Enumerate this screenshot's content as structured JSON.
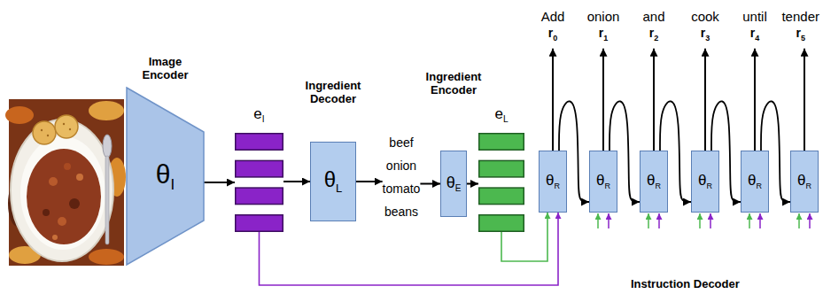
{
  "diagram": {
    "nodes": [
      {
        "text": [
          "Image Encoder",
          "θ",
          "I"
        ]
      },
      {
        "text": [
          "e",
          "I"
        ]
      },
      {
        "text": [
          "Ingredient Decoder",
          "θ",
          "L"
        ]
      },
      {
        "text": [
          "beef onion tomato beans"
        ]
      },
      {
        "text": [
          "Ingredient Encoder",
          "θ",
          "E"
        ]
      },
      {
        "text": [
          "e",
          "L"
        ]
      },
      {
        "text": [
          "θ",
          "R"
        ]
      },
      {
        "text": [
          "θ",
          "R"
        ]
      },
      {
        "text": [
          "θ",
          "R"
        ]
      },
      {
        "text": [
          "θ",
          "R"
        ]
      },
      {
        "text": [
          "θ",
          "R"
        ]
      },
      {
        "text": [
          "θ",
          "R"
        ]
      },
      {
        "text": [
          "Add",
          "r",
          "0"
        ]
      },
      {
        "text": [
          "onion",
          "r",
          "1"
        ]
      },
      {
        "text": [
          "and",
          "r",
          "2"
        ]
      },
      {
        "text": [
          "cook",
          "r",
          "3"
        ]
      },
      {
        "text": [
          "until",
          "r",
          "4"
        ]
      },
      {
        "text": [
          "tender",
          "r",
          "5"
        ]
      }
    ],
    "edges": [
      {
        "from": 0,
        "to": 1,
        "arrow": "to"
      },
      {
        "from": 1,
        "to": 2,
        "arrow": "to"
      },
      {
        "from": 2,
        "to": 3,
        "arrow": "to"
      },
      {
        "from": 3,
        "to": 4,
        "arrow": "to"
      },
      {
        "from": 4,
        "to": 5,
        "arrow": "to"
      },
      {
        "from": 1,
        "to": 6,
        "arrow": "to"
      },
      {
        "from": 5,
        "to": 6,
        "arrow": "to"
      },
      {
        "from": 6,
        "to": 7,
        "arrow": "to"
      },
      {
        "from": 7,
        "to": 8,
        "arrow": "to"
      },
      {
        "from": 8,
        "to": 9,
        "arrow": "to"
      },
      {
        "from": 9,
        "to": 10,
        "arrow": "to"
      },
      {
        "from": 10,
        "to": 11,
        "arrow": "to"
      },
      {
        "from": 6,
        "to": 12,
        "arrow": "to"
      },
      {
        "from": 7,
        "to": 13,
        "arrow": "to"
      },
      {
        "from": 8,
        "to": 14,
        "arrow": "to"
      },
      {
        "from": 9,
        "to": 15,
        "arrow": "to"
      },
      {
        "from": 10,
        "to": 16,
        "arrow": "to"
      },
      {
        "from": 11,
        "to": 17,
        "arrow": "to"
      }
    ],
    "labels": [
      "Instruction Decoder"
    ]
  }
}
